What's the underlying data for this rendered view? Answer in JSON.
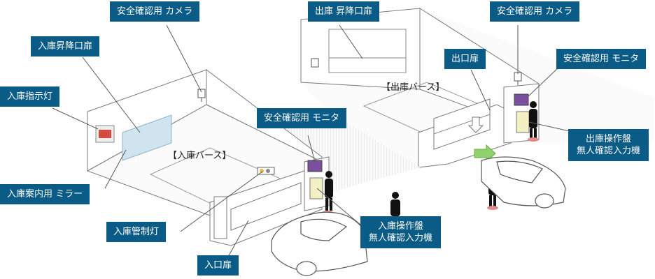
{
  "labels": {
    "safety_camera_left": "安全確認用 カメラ",
    "entry_shutter": "入庫昇降口扉",
    "entry_indicator_lamp": "入庫指示灯",
    "entry_guide_mirror": "入庫案内用 ミラー",
    "entry_control_lamp": "入庫管制灯",
    "entry_door": "入口扉",
    "exit_shutter": "出庫 昇降口扉",
    "exit_door": "出口扉",
    "safety_camera_right": "安全確認用 カメラ",
    "safety_monitor_right": "安全確認用 モニタ",
    "safety_monitor_center": "安全確認用 モニタ",
    "exit_panel_line1": "出庫操作盤",
    "exit_panel_line2": "無人確認入力機",
    "entry_panel_line1": "入庫操作盤",
    "entry_panel_line2": "無人確認入力機"
  },
  "zones": {
    "entry_booth": "【入庫バース】",
    "exit_booth": "【出庫バース】"
  },
  "colors": {
    "label_bg": "#0a5b86",
    "line": "#5a5a5a",
    "wall": "#ffffff",
    "monitor": "#7a4fa0",
    "mirror": "#cfe4ef",
    "indicator": "#d34b3a",
    "arrow_green": "#8fd16a",
    "spot_red": "#e08a8a"
  }
}
